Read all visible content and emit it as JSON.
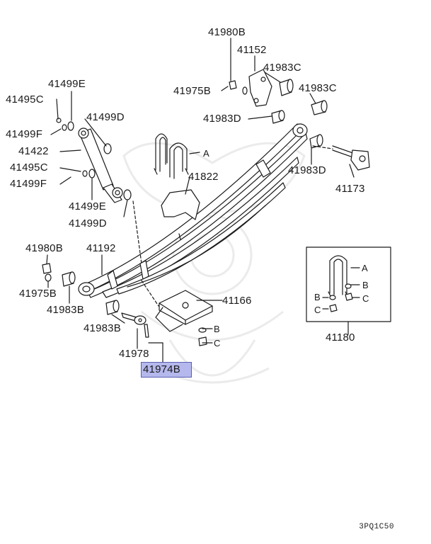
{
  "diagram": {
    "callouts": {
      "p41980B_top": "41980B",
      "p41152": "41152",
      "p41983C_a": "41983C",
      "p41983C_b": "41983C",
      "p41975B_top": "41975B",
      "p41983D_top": "41983D",
      "p41983D_right": "41983D",
      "p41173": "41173",
      "p41499E_top": "41499E",
      "p41495C_top": "41495C",
      "p41499D_top": "41499D",
      "p41499F_top": "41499F",
      "p41422": "41422",
      "p41495C_bot": "41495C",
      "p41499F_bot": "41499F",
      "p41499E_bot": "41499E",
      "p41499D_bot": "41499D",
      "p41822": "41822",
      "pA_main": "A",
      "p41980B_left": "41980B",
      "p41192": "41192",
      "p41975B_left": "41975B",
      "p41983B_left": "41983B",
      "p41166": "41166",
      "p41983B_low": "41983B",
      "pB_main": "B",
      "pC_main": "C",
      "p41978": "41978",
      "p41974B": "41974B",
      "pA_inset": "A",
      "pB_inset_l": "B",
      "pB_inset_r": "B",
      "pC_inset_l": "C",
      "pC_inset_r": "C",
      "p41180": "41180"
    },
    "highlighted_part": "41974B",
    "drawing_code": "3PQ1C50",
    "colors": {
      "line": "#1a1a1a",
      "highlight": "#b5b8ec",
      "watermark": "#eeeeee"
    }
  }
}
